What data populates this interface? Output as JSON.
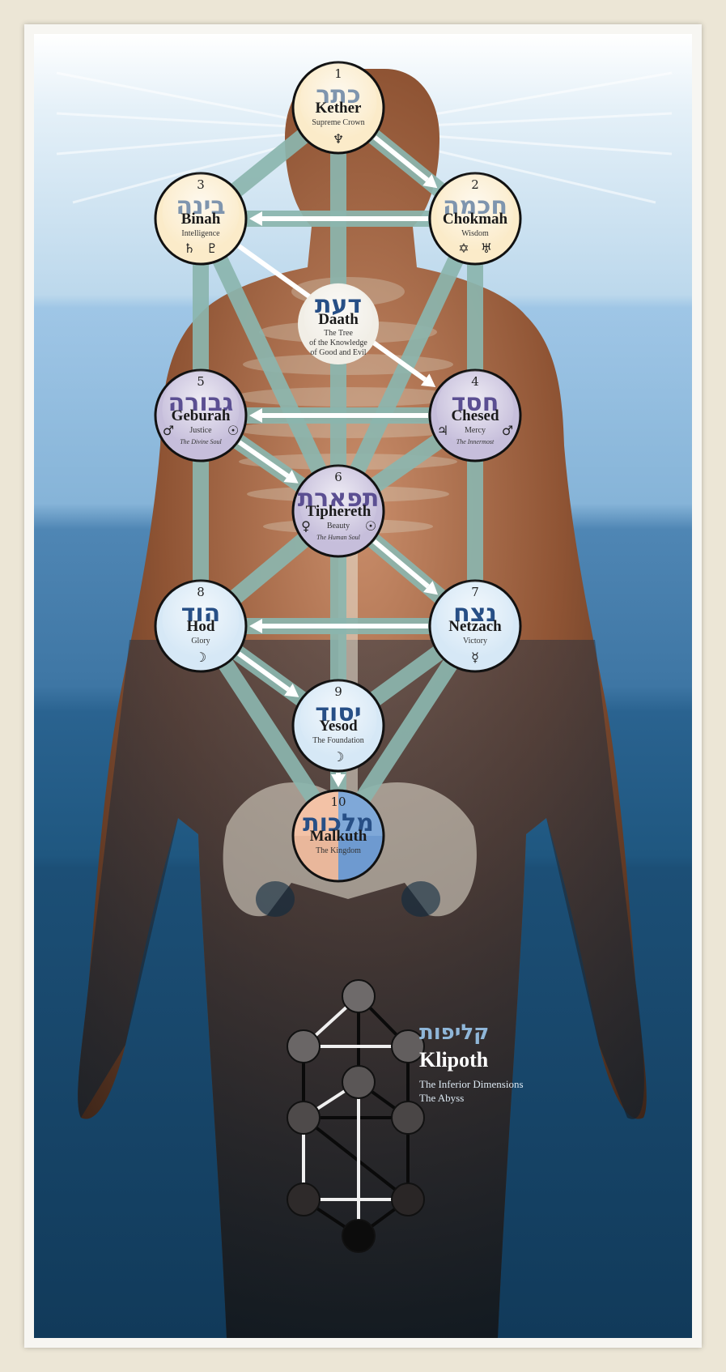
{
  "sephiroth": [
    {
      "id": "kether",
      "number": "1",
      "hebrew": "כתר",
      "name": "Kether",
      "subtitle": "Supreme Crown",
      "subtitle2": "",
      "tiny": "",
      "symbols": [
        "♆"
      ]
    },
    {
      "id": "chokmah",
      "number": "2",
      "hebrew": "חכמה",
      "name": "Chokmah",
      "subtitle": "Wisdom",
      "subtitle2": "",
      "tiny": "",
      "symbols": [
        "✡",
        "♅"
      ]
    },
    {
      "id": "binah",
      "number": "3",
      "hebrew": "בינה",
      "name": "Binah",
      "subtitle": "Intelligence",
      "subtitle2": "",
      "tiny": "",
      "symbols": [
        "♄",
        "♇"
      ]
    },
    {
      "id": "daath",
      "number": "",
      "hebrew": "דעת",
      "name": "Daath",
      "subtitle": "The Tree",
      "subtitle2": "of the Knowledge",
      "tiny": "of Good and Evil",
      "symbols": []
    },
    {
      "id": "chesed",
      "number": "4",
      "hebrew": "חסד",
      "name": "Chesed",
      "subtitle": "Mercy",
      "subtitle2": "",
      "tiny": "The Innermost",
      "symbols": [
        "♃",
        "♂"
      ]
    },
    {
      "id": "geburah",
      "number": "5",
      "hebrew": "גבורה",
      "name": "Geburah",
      "subtitle": "Justice",
      "subtitle2": "",
      "tiny": "The Divine Soul",
      "symbols": [
        "♂",
        "☉"
      ]
    },
    {
      "id": "tiphereth",
      "number": "6",
      "hebrew": "תפארת",
      "name": "Tiphereth",
      "subtitle": "Beauty",
      "subtitle2": "",
      "tiny": "The Human Soul",
      "symbols": [
        "♀",
        "☉"
      ]
    },
    {
      "id": "netzach",
      "number": "7",
      "hebrew": "נצח",
      "name": "Netzach",
      "subtitle": "Victory",
      "subtitle2": "",
      "tiny": "",
      "symbols": [
        "☿"
      ]
    },
    {
      "id": "hod",
      "number": "8",
      "hebrew": "הוד",
      "name": "Hod",
      "subtitle": "Glory",
      "subtitle2": "",
      "tiny": "",
      "symbols": [
        "☽"
      ]
    },
    {
      "id": "yesod",
      "number": "9",
      "hebrew": "יסוד",
      "name": "Yesod",
      "subtitle": "The Foundation",
      "subtitle2": "",
      "tiny": "",
      "symbols": [
        "☽"
      ]
    },
    {
      "id": "malkuth",
      "number": "10",
      "hebrew": "מלכות",
      "name": "Malkuth",
      "subtitle": "The Kingdom",
      "subtitle2": "",
      "tiny": "",
      "symbols": []
    }
  ],
  "klipoth": {
    "hebrew": "קליפות",
    "name": "Klipoth",
    "line1": "The Inferior Dimensions",
    "line2": "The Abyss"
  },
  "colors": {
    "supernal": "#fbebc9",
    "ethical": "#c6bedb",
    "astral": "#d6e8f6",
    "daath": "#f1eee6",
    "path": "#8bb5ae",
    "hebrew_supernal": "#7f95ae",
    "hebrew_purple": "#5b4f92",
    "hebrew_blue": "#274f86"
  }
}
